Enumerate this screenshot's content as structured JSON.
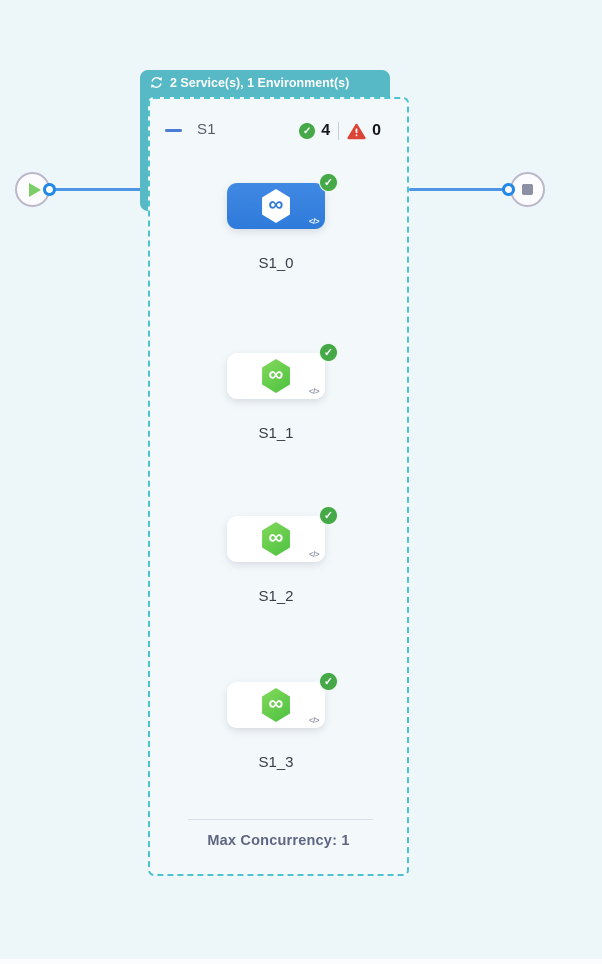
{
  "loop_badge": {
    "label": "2 Service(s), 1 Environment(s)"
  },
  "stage": {
    "name": "S1",
    "success_count": "4",
    "error_count": "0",
    "max_concurrency_label": "Max Concurrency: 1",
    "nodes": [
      {
        "label": "S1_0",
        "status": "success",
        "selected": true
      },
      {
        "label": "S1_1",
        "status": "success",
        "selected": false
      },
      {
        "label": "S1_2",
        "status": "success",
        "selected": false
      },
      {
        "label": "S1_3",
        "status": "success",
        "selected": false
      }
    ]
  },
  "icons": {
    "check": "✓",
    "infinity": "∞",
    "code": "</>",
    "loop": "loop-icon",
    "play": "play-icon",
    "stop": "stop-icon",
    "warning": "warning-icon"
  },
  "colors": {
    "background": "#EDF6F9",
    "loop_teal": "#58B9C6",
    "dashed_border": "#4EC3D0",
    "selected_node_blue": "#3584DF",
    "node_hex_green": "#5BC94A",
    "success_green": "#45A948",
    "error_red": "#DC4437",
    "connector_blue": "#4D95E5"
  }
}
